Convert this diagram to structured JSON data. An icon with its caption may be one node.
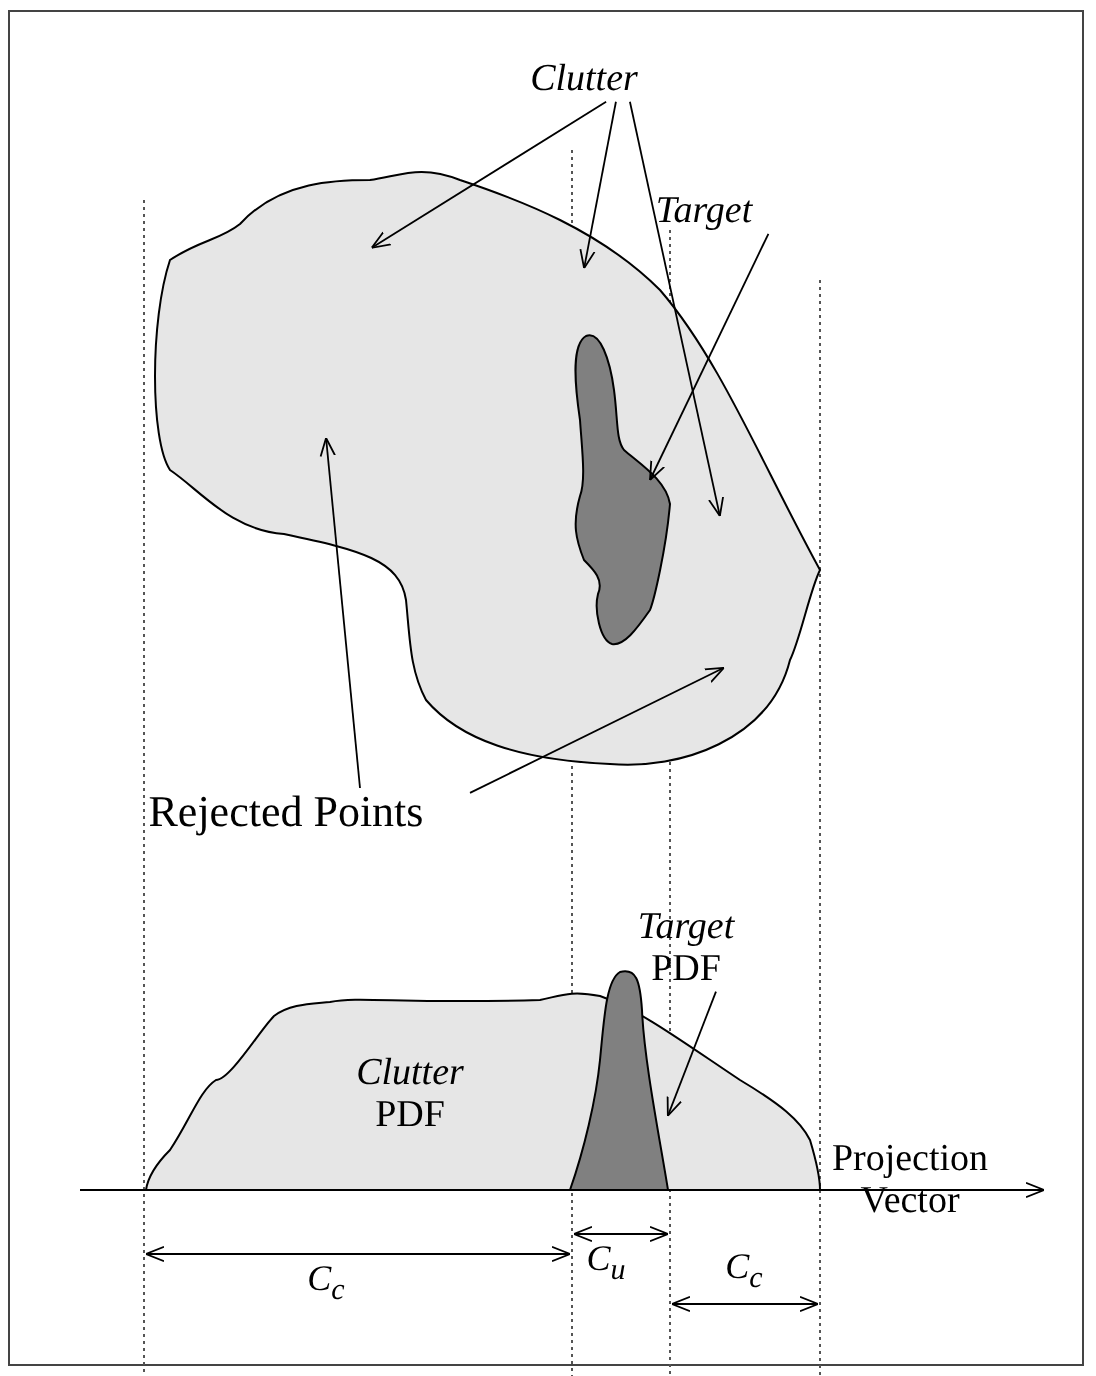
{
  "diagram": {
    "nodes": [
      {
        "text": [],
        "shape": "cloud"
      },
      {
        "text": [],
        "shape": "cloud",
        "in": 0
      },
      {
        "text": [
          "Clutter"
        ]
      },
      {
        "text": [
          "Target"
        ]
      },
      {
        "text": [
          "Rejected Points"
        ]
      },
      {
        "text": [
          "Clutter",
          "PDF"
        ]
      },
      {
        "text": [],
        "shape": "cloud"
      },
      {
        "text": [
          "Target",
          "PDF"
        ]
      }
    ],
    "edges": [
      {
        "from": 2,
        "to": 0,
        "arrow": "to"
      },
      {
        "from": 2,
        "to": 0,
        "arrow": "to"
      },
      {
        "from": 2,
        "to": 0,
        "arrow": "to"
      },
      {
        "from": 3,
        "to": 1,
        "arrow": "to"
      },
      {
        "from": 4,
        "to": 0,
        "arrow": "to"
      },
      {
        "from": 4,
        "to": 0,
        "arrow": "to"
      },
      {
        "from": 7,
        "to": 6,
        "arrow": "to"
      }
    ],
    "labels": [
      "Projection Vector",
      "C$_{c}$",
      "C$_{u}$",
      "C$_{c}$"
    ]
  }
}
